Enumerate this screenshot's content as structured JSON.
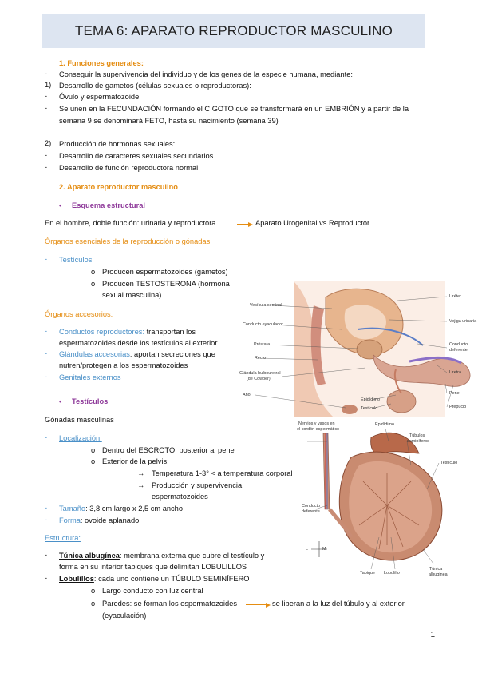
{
  "title": "TEMA 6: APARATO REPRODUCTOR MASCULINO",
  "s1_heading": "1.   Funciones generales:",
  "l1": "Conseguir la supervivencia del individuo y de los genes de la especie humana, mediante:",
  "l2_num": "1)",
  "l2": "Desarrollo de gametos (células sexuales o reproductoras):",
  "l3": "Óvulo y espermatozoide",
  "l4": "Se unen en la FECUNDACIÓN formando el CIGOTO que se transformará en un EMBRIÓN y a partir de la",
  "l5": "semana 9 se denominará FETO, hasta su nacimiento (semana 39)",
  "l6_num": "2)",
  "l6": "Producción de hormonas sexuales:",
  "l7": "Desarrollo de caracteres sexuales secundarios",
  "l8": "Desarrollo de función reproductora normal",
  "s2_heading": "2.  Aparato reproductor masculino",
  "s2_sub": "Esquema estructural",
  "l9_a": "En el hombre, doble función: urinaria y reproductora",
  "l9_b": "Aparato Urogenital vs Reproductor",
  "l10": "Órganos esenciales de la reproducción o gónadas:",
  "l11": "Testículos",
  "l12": "Producen espermatozoides (gametos)",
  "l13": "Producen TESTOSTERONA (hormona",
  "l14": "sexual masculina)",
  "l15": "Órganos accesorios:",
  "l16_a": "Conductos reproductores:",
  "l16_b": " transportan los",
  "l17": "espermatozoides desde los testículos al exterior",
  "l18_a": "Glándulas accesorias",
  "l18_b": ": aportan secreciones que",
  "l19": "nutren/protegen a los espermatozoides",
  "l20": "Genitales externos",
  "s3_sub": "Testículos",
  "l21": "Gónadas masculinas",
  "l22": "Localización:",
  "l23": "Dentro del ESCROTO, posterior al pene",
  "l24": "Exterior de la pelvis:",
  "l25": "Temperatura 1-3° < a temperatura corporal",
  "l26": "Producción y supervivencia",
  "l27": "espermatozoides",
  "l28_a": "Tamaño",
  "l28_b": ": 3,8 cm largo x 2,5 cm ancho",
  "l29_a": "Forma",
  "l29_b": ": ovoide aplanado",
  "l30": "Estructura:",
  "l31_a": "Túnica albugínea",
  "l31_b": ": membrana externa que cubre el testículo y",
  "l32": "forma en su interior tabiques que delimitan LOBULILLOS",
  "l33_a": "Lobulillos",
  "l33_b": ": cada uno contiene un TÚBULO SEMINÍFERO",
  "l34": "Largo conducto con luz central",
  "l35_a": "Paredes: se forman los espermatozoides",
  "l35_b": "se liberan a la luz del túbulo y al exterior",
  "l36": "(eyaculación)",
  "page": "1",
  "bullet_dash": "-",
  "bullet_o": "o",
  "bullet_dot": "•",
  "bullet_arrow": "→",
  "fig1": {
    "left": [
      "Vesícula seminal",
      "Conducto eyaculador",
      "Próstata",
      "Recto",
      "Glándula bulbouretral",
      "(de Cowper)",
      "Ano"
    ],
    "right": [
      "Uréter",
      "Vejiga urinaria",
      "Conducto",
      "deferente",
      "Uretra",
      "Pene",
      "Prepucio"
    ],
    "bottom": [
      "Epidídimo",
      "Testículo"
    ]
  },
  "fig2": {
    "labels": [
      "Nervios y vasos en",
      "el cordón espermático",
      "Epidídimo",
      "Túbulos",
      "seminíferos",
      "Testículo",
      "Conducto",
      "deferente",
      "Tabique",
      "Lobulillo",
      "Túnica",
      "albugínea"
    ],
    "compass": [
      "L",
      "M"
    ]
  }
}
